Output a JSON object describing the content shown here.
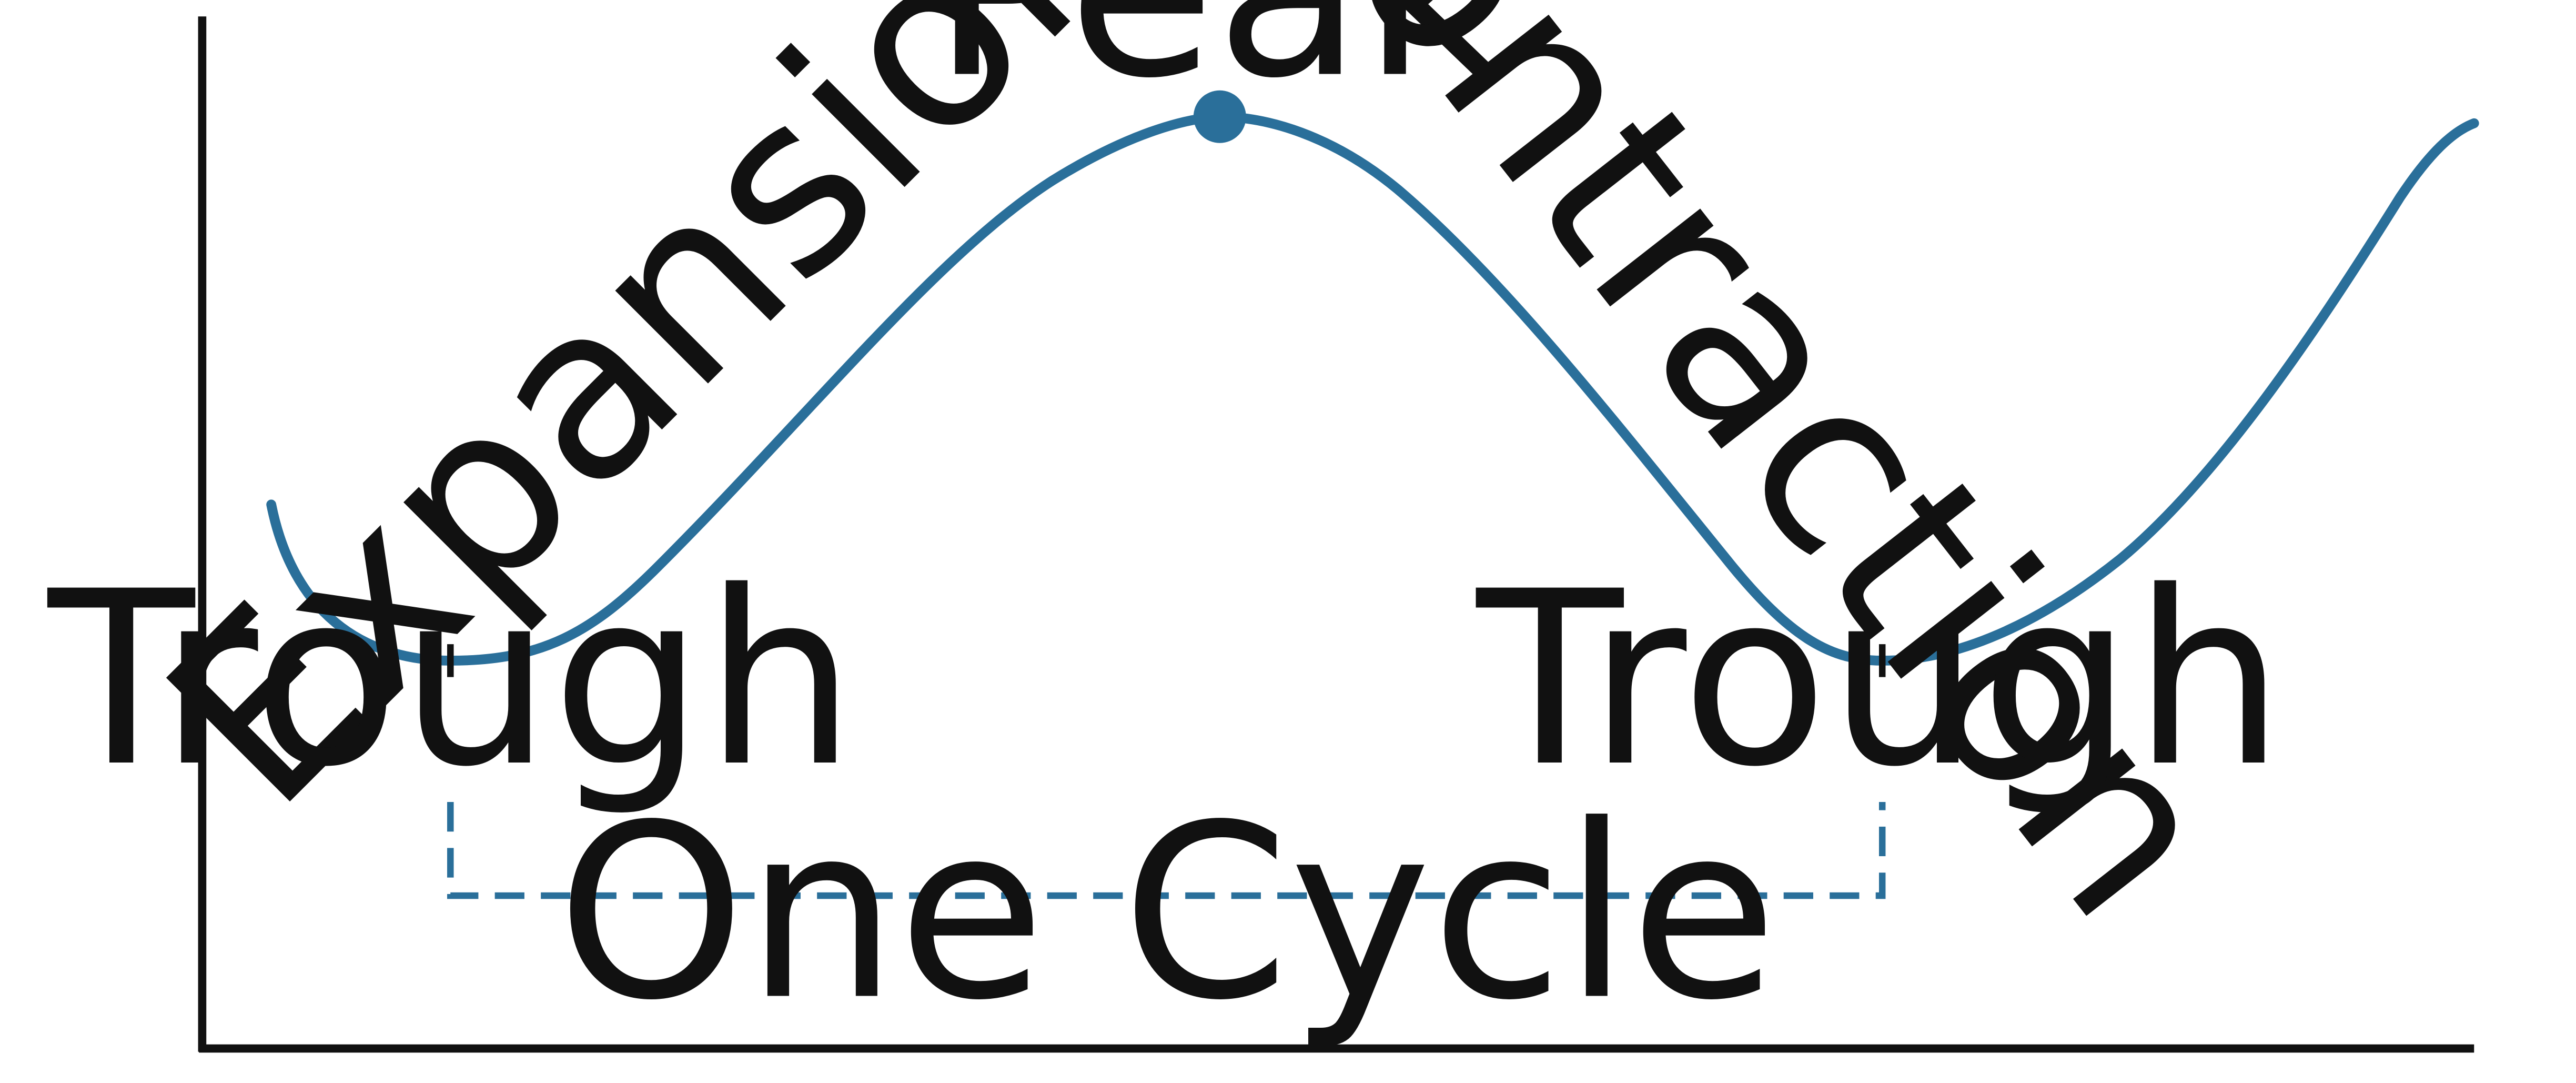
{
  "diagram": {
    "labels": {
      "peak": "Peak",
      "expansion": "Expansion",
      "contraction": "Contraction",
      "trough_left": "Trough",
      "trough_right": "Trough",
      "cycle": "One Cycle"
    },
    "colors": {
      "curve": "#2a6f9a",
      "axis": "#111111",
      "text": "#111111"
    }
  }
}
